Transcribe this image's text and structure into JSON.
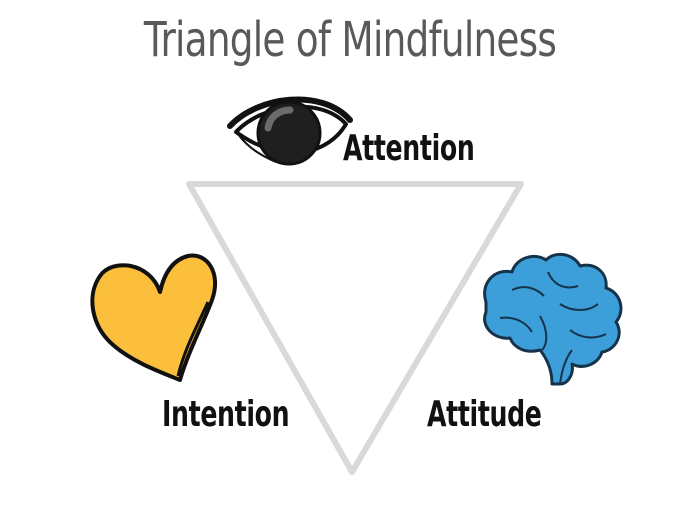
{
  "title": "Triangle of Mindfulness",
  "nodes": {
    "attention": {
      "label": "Attention",
      "icon": "eye-icon"
    },
    "intention": {
      "label": "Intention",
      "icon": "heart-icon"
    },
    "attitude": {
      "label": "Attitude",
      "icon": "brain-icon"
    }
  },
  "colors": {
    "title": "#595959",
    "triangle": "#d9d9d9",
    "heart": "#fbbf3b",
    "brain": "#3d9fd9",
    "outline": "#111111"
  }
}
